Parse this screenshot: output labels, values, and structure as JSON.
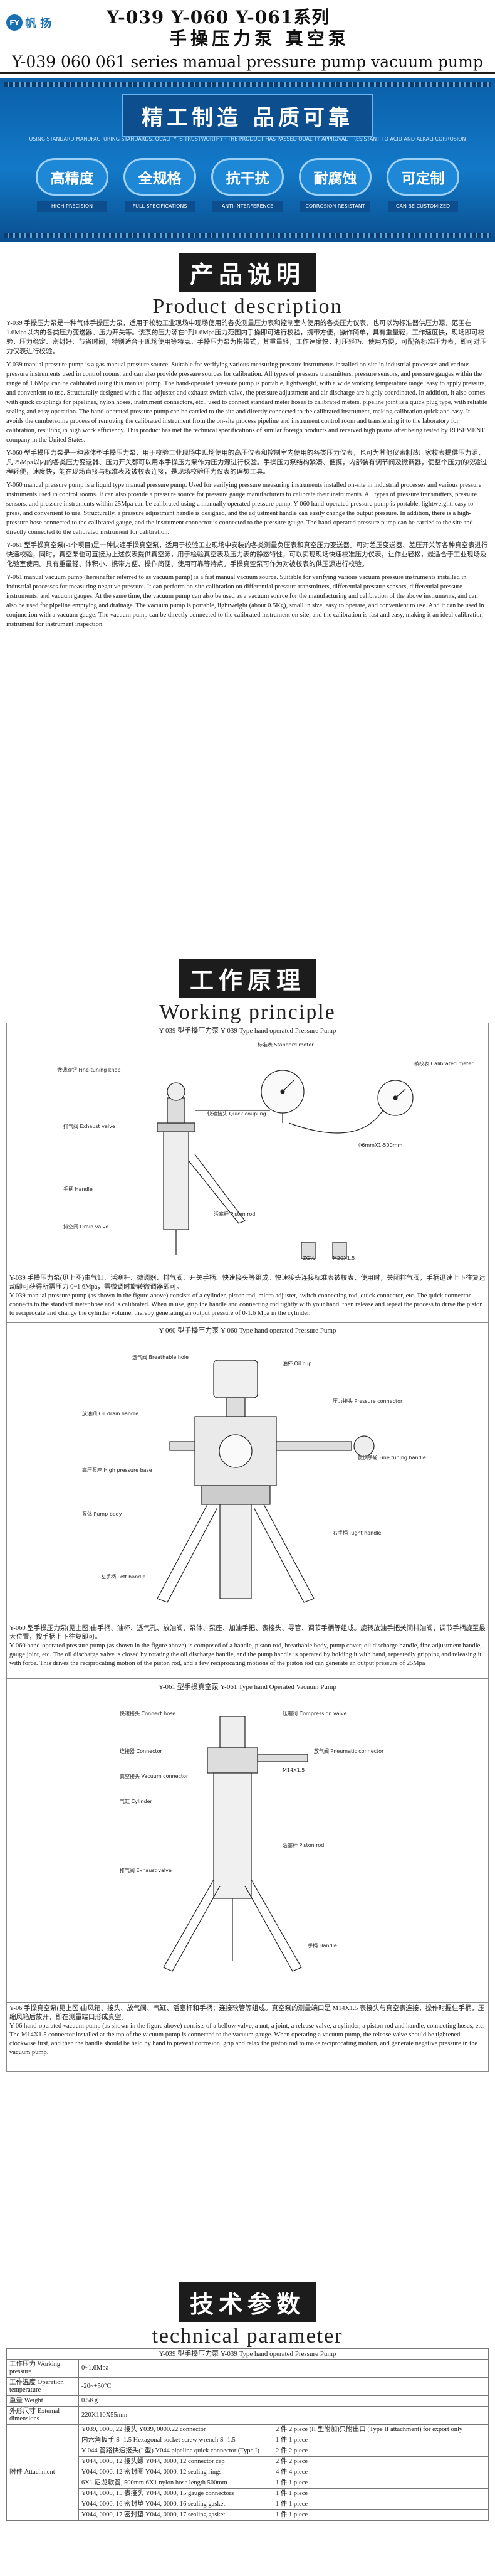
{
  "header": {
    "logo_text": "帆 扬",
    "title_line1": "Y-039 Y-060 Y-061系列",
    "title_line2": "手操压力泵 真空泵",
    "title_line3": "Y-039 060 061 series manual pressure pump vacuum pump"
  },
  "banner": {
    "title": "精工制造 品质可靠",
    "subtitle": "USING STANDARD MANUFACTURING STANDARDS, QUALITY IS TRUSTWORTHY · THE PRODUCT HAS PASSED QUALITY APPROVAL · RESISTANT TO ACID AND ALKALI CORROSION",
    "badges": [
      {
        "label": "高精度",
        "en": "HIGH PRECISION"
      },
      {
        "label": "全规格",
        "en": "FULL SPECIFICATIONS"
      },
      {
        "label": "抗干扰",
        "en": "ANTI-INTERFERENCE"
      },
      {
        "label": "耐腐蚀",
        "en": "CORROSION RESISTANT"
      },
      {
        "label": "可定制",
        "en": "CAN BE CUSTOMIZED"
      }
    ]
  },
  "sections": {
    "product": {
      "cn": "产品说明",
      "en": "Product description"
    },
    "principle": {
      "cn": "工作原理",
      "en": "Working principle"
    },
    "params": {
      "cn": "技术参数",
      "en": "technical parameter"
    }
  },
  "description": {
    "p1_cn": "Y-039 手操压力泵是一种气体手操压力泵，适用于校验工业现场中现场使用的各类测量压力表和控制室内使用的各类压力仪表，也可以为标准器供压力源，范围在 1.6Mpa以内的各类压力变送器、压力开关等。该泵的压力源在0到1.6Mpa压力范围内手操即可进行校验，携带方便，操作简单，具有重量轻，工作速度快，现场即可校验，压力稳定、密封好、节省时间，特别适合于现场使用等特点。手操压力泵为携带式，其重量轻，工作速度快，打压轻巧、使用方便，可配备标准压力表，即可对压力仪表进行校验。",
    "p1_en": "Y-039 manual pressure pump is a gas manual pressure source. Suitable for verifying various measuring pressure instruments installed on-site in industrial processes and various pressure instruments used in control rooms, and can also provide pressure sources for calibration. All types of pressure transmitters, pressure sensors, and pressure gauges within the range of 1.6Mpa can be calibrated using this manual pump. The hand-operated pressure pump is portable, lightweight, with a wide working temperature range, easy to apply pressure, and convenient to use. Structurally designed with a fine adjuster and exhaust switch valve, the pressure adjustment and air discharge are highly coordinated. In addition, it also comes with quick couplings for pipelines, nylon hoses, instrument connectors, etc., used to connect standard meter hoses to calibrated meters. pipeline joint is a quick plug type, with reliable sealing and easy operation. The hand-operated pressure pump can be carried to the site and directly connected to the calibrated instrument, making calibration quick and easy. It avoids the cumbersome process of removing the calibrated instrument from the on-site process pipeline and instrument control room and transferring it to the laboratory for calibration, resulting in high work efficiency. This product has met the technical specifications of similar foreign products and received high praise after being tested by ROSEMENT company in the United States.",
    "p2_cn": "Y-060 型手操压力泵是一种液体型手操压力泵，用于校验工业现场中现场使用的高压仪表和控制室内使用的各类压力仪表，也可为其他仪表制造厂家校表提供压力源，凡 25Mpa以内的各类压力变送器、压力开关都可以用本手操压力泵作为压力源进行校验。手操压力泵结构紧凑、便携，内部装有调节阀及微调器，使整个压力的校验过程轻便，速度快，能在现场直接与标准表及被校表连接，是现场校验压力仪表的理想工具。",
    "p2_en": "Y-060 manual pressure pump is a liquid type manual pressure pump. Used for verifying pressure measuring instruments installed on-site in industrial processes and various pressure instruments used in control rooms. It can also provide a pressure source for pressure gauge manufacturers to calibrate their instruments. All types of pressure transmitters, pressure sensors, and pressure instruments within 25Mpa can be calibrated using a manually operated pressure pump. Y-060 hand-operated pressure pump is portable, lightweight, easy to press, and convenient to use. Structurally, a pressure adjustment handle is designed, and the adjustment handle can easily change the output pressure. In addition, there is a high-pressure hose connected to the calibrated gauge, and the instrument connector is connected to the pressure gauge. The hand-operated pressure pump can be carried to the site and directly connected to the calibrated instrument for calibration.",
    "p3_cn": "Y-061 型手操真空泵(-1个项目)是一种快速手操真空泵，适用于校验工业现场中安装的各类测量负压表和真空压力变送器。可对差压变送器、差压开关等各种真空表进行快速校验，同时，真空泵也可直接为上述仪表提供真空源，用于检验真空表及压力表的静态特性，可以实现现场快速校准压力仪表，让作业轻松，最适合于工业现场及化验室使用。具有重量轻、体积小、携带方便、操作简便、使用可靠等特点。手操真空泵可作为对被校表的供压源进行校验。",
    "p3_en": "Y-061 manual vacuum pump (hereinafter referred to as vacuum pump) is a fast manual vacuum source. Suitable for verifying various vacuum pressure instruments installed in industrial processes for measuring negative pressure. It can perform on-site calibration on differential pressure transmitters, differential pressure sensors, differential pressure instruments, and vacuum gauges. At the same time, the vacuum pump can also be used as a vacuum source for the manufacturing and calibration of the above instruments, and can also be used for pipeline emptying and drainage. The vacuum pump is portable, lightweight (about 0.5Kg), small in size, easy to operate, and convenient to use. And it can be used in conjunction with a vacuum gauge. The vacuum pump can be directly connected to the calibrated instrument on site, and the calibration is fast and easy, making it an ideal calibration instrument for instrument inspection."
  },
  "diagrams": {
    "d1": {
      "caption": "Y-039 型手操压力泵  Y-039 Type hand operated Pressure Pump",
      "labels": [
        "微调旋钮 Fine-tuning knob",
        "快速接头 Quick coupling",
        "标准表 Standard meter",
        "Φ6mmX1-500mm",
        "排气阀 Exhaust valve",
        "被校表 Calibrated meter",
        "手柄 Handle",
        "活塞杆 Piston rod",
        "排空阀 Drain valve",
        "ZG¼",
        "M20X1.5"
      ],
      "text_cn": "Y-039 手操压力泵(见上图)由气缸、活塞杆、微调器、排气阀、开关手柄、快速接头等组成。快速接头连接标准表被校表，使用时，关闭排气阀，手柄迅速上下往复运动即可获得所需压力 0~1.6Mpa，需微调时旋转微调器即可。",
      "text_en": "Y-039 manual pressure pump (as shown in the figure above) consists of a cylinder, piston rod, micro adjuster, switch connecting rod, quick connector, etc. The quick connector connects to the standard meter hose and is calibrated. When in use, grip the handle and connecting rod tightly with your hand, then release and repeat the process to drive the piston to reciprocate and change the cylinder volume, thereby generating an output pressure of 0-1.6 Mpa in the cylinder."
    },
    "d2": {
      "caption": "Y-060 型手操压力泵  Y-060 Type hand operated Pressure Pump",
      "labels": [
        "透气阀 Breathable hole",
        "油杯 Oil cup",
        "压力接头 Pressure connector",
        "放油阀 Oil drain handle",
        "微调手轮 Fine tuning handle",
        "高压泵座 High pressure base",
        "右手柄 Right handle",
        "泵体 Pump body",
        "左手柄 Left handle"
      ],
      "text_cn": "Y-060 型手操压力泵(见上图)由手柄、油杯、透气孔、放油阀、泵体、泵座、加油手把、表接头、导管、调节手柄等组成。旋转放油手把关闭排油阀，调节手柄旋至最大位置，按手柄上下往复即可。",
      "text_en": "Y-060 hand-operated pressure pump (as shown in the figure above) is composed of a handle, piston rod, breathable body, pump cover, oil discharge handle, fine adjustment handle, gauge joint, etc. The oil discharge valve is closed by rotating the oil discharge handle, and the pump handle is operated by holding it with hand, repeatedly gripping and releasing it with force. This drives the reciprocating motion of the piston rod, and a few reciprocating motions of the piston rod can generate an output pressure of 25Mpa"
    },
    "d3": {
      "caption": "Y-061 型手操真空泵  Y-061 Type hand Operated Vacuum Pump",
      "labels": [
        "快速接头 Connect hose",
        "压缩阀 Compression valve",
        "放气阀 Pneumatic connector",
        "连接器 Connector",
        "气缸 Cylinder",
        "活塞杆 Piston rod",
        "M14X1.5",
        "真空接头 Vacuum connector",
        "手柄 Handle",
        "排气阀 Exhaust valve"
      ],
      "text_cn": "Y-06 手操真空泵(见上图)由风箱、接头、放气阀、气缸、活塞杆和手柄；连接软管等组成。真空泵的测量端口是 M14X1.5 表接头与真空表连接，操作时握住手柄，压缩风箱后放开，即在测量端口形成真空。",
      "text_en": "Y-06 hand-operated vacuum pump (as shown in the figure above) consists of a bellow valve, a nut, a joint, a release valve, a cylinder, a piston rod and handle, connecting hoses, etc. The M14X1.5 connector installed at the top of the vacuum pump is connected to the vacuum gauge. When operating a vacuum pump, the release valve should be tightened clockwise first, and then the handle should be held by hand to prevent corrosion, grip and relax the piston rod to make reciprocating motion, and generate negative pressure in the vacuum pump."
    }
  },
  "table": {
    "caption": "Y-039 型手操压力泵  Y-039 Type hand operated Pressure Pump",
    "rows": [
      {
        "k": "工作压力 Working pressure",
        "v": "0~1.6Mpa"
      },
      {
        "k": "工作温度 Operation temperature",
        "v": "-20~+50°C"
      },
      {
        "k": "重量  Weight",
        "v": "0.5Kg"
      },
      {
        "k": "外形尺寸 External dimensions",
        "v": "220X110X55mm"
      }
    ],
    "attachment_label": "附件 Attachment",
    "attachments": [
      {
        "item": "Y039, 0000, 22 接头 Y039, 0000.22 connector",
        "qty": "2 件  2 piece (II 型附加)只附出口 (Type II attachment) for export only"
      },
      {
        "item": "内六角扳手 S=1.5 Hexagonal socket screw wrench S=1.5",
        "qty": "1 件  1 piece"
      },
      {
        "item": "Y-044 管路快速接头(I 型) Y044 pipeline quick connector (Type I)",
        "qty": "2 件  2 piece"
      },
      {
        "item": "Y044, 0000, 12 接头螺 Y044, 0000, 12 connector cap",
        "qty": "2 件  2 piece"
      },
      {
        "item": "Y044, 0000, 12 密封圈 Y044, 0000, 12 sealing rings",
        "qty": "4 件  4 piece"
      },
      {
        "item": "6X1 尼龙软管, 500mm 6X1 nylon hose length 500mm",
        "qty": "1 件  1 piece"
      },
      {
        "item": "Y044, 0000, 15 表接头 Y044, 0000, 15 gauge connectors",
        "qty": "1 件  1 piece"
      },
      {
        "item": "Y044, 0000, 16 密封垫 Y044, 0000, 16 sealing gasket",
        "qty": "1 件  1 piece"
      },
      {
        "item": "Y044, 0000, 17 密封垫 Y044, 0000, 17 sealing gasket",
        "qty": "1 件  1 piece"
      }
    ]
  },
  "colors": {
    "banner_blue": "#1279c8",
    "badge_blue": "#1e88d6",
    "header_dark": "#1c1c1c",
    "logo_blue": "#1a6fb0"
  }
}
